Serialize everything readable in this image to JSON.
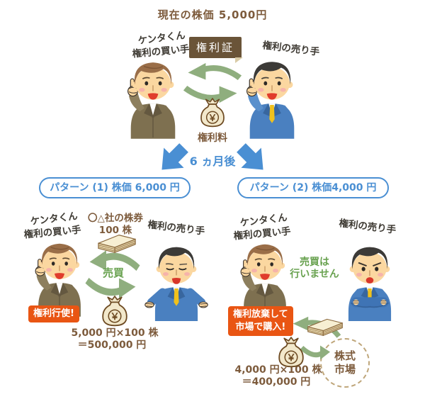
{
  "colors": {
    "text_brown": "#7d5b3c",
    "text_green": "#69a250",
    "accent_blue": "#4a8fd3",
    "action_orange": "#e95513",
    "arrow_green": "#8fae7e",
    "tag_brown": "#6a5438",
    "suit_buyer": "#7e7050",
    "suit_seller": "#4a80c0"
  },
  "top": {
    "title": "現在の株価 5,000円",
    "buyer_name": "ケンタくん",
    "buyer_role": "権利の買い手",
    "certificate_tag": "権利証",
    "seller_role": "権利の売り手",
    "fee_label": "権利料"
  },
  "split": {
    "after_label": "6 ヵ月後",
    "pattern1": "パターン (1) 株価 6,000 円",
    "pattern2": "パターン (2) 株価4,000 円"
  },
  "pattern1": {
    "buyer_name": "ケンタくん",
    "buyer_role": "権利の買い手",
    "stock_line1": "〇△社の株券",
    "stock_line2": "100 株",
    "seller_role": "権利の売り手",
    "trade_label": "売買",
    "action": "権利行使!",
    "calc1": "5,000 円×100 株",
    "calc2": "＝500,000 円"
  },
  "pattern2": {
    "buyer_name": "ケンタくん",
    "buyer_role": "権利の買い手",
    "seller_role": "権利の売り手",
    "no_trade1": "売買は",
    "no_trade2": "行いません",
    "action1": "権利放棄して",
    "action2": "市場で購入!",
    "market1": "株式",
    "market2": "市場",
    "calc1": "4,000 円×100 株",
    "calc2": "＝400,000 円"
  },
  "symbols": {
    "yen": "￥"
  }
}
